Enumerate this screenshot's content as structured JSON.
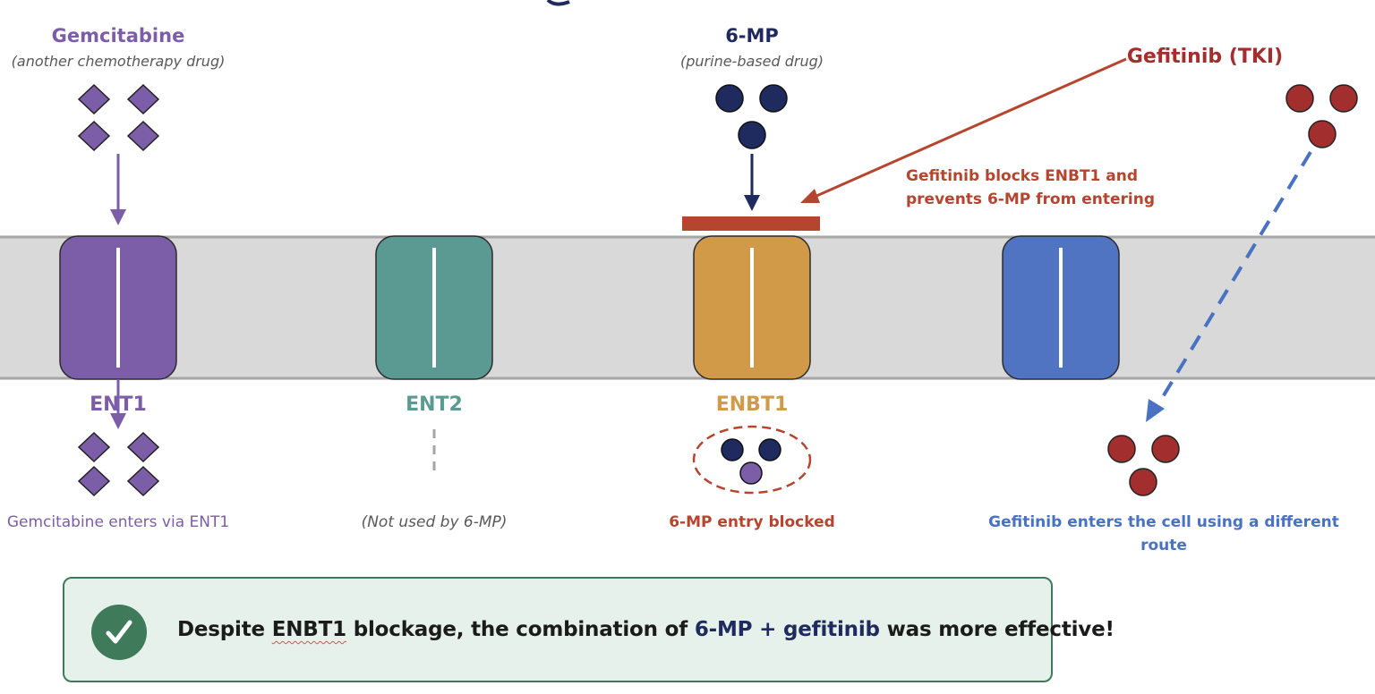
{
  "drugs": {
    "gemcitabine": {
      "name": "Gemcitabine",
      "desc": "(another chemotherapy drug)",
      "color": "#7b5ea7"
    },
    "mp6": {
      "name": "6-MP",
      "desc": "(purine-based drug)",
      "color": "#1f2a5e"
    },
    "gefitinib": {
      "name": "Gefitinib (TKI)",
      "color": "#a32e2e"
    }
  },
  "annotation": {
    "line1": "Gefitinib blocks ENBT1 and",
    "line2": "prevents 6-MP from entering",
    "color": "#b5452f"
  },
  "transporters": {
    "ent1": {
      "name": "ENT1",
      "color": "#7b5ea7"
    },
    "ent2": {
      "name": "ENT2",
      "color": "#5a9a92"
    },
    "enbt1": {
      "name": "ENBT1",
      "color": "#d19a48"
    },
    "unlabeled": {
      "color": "#5174c2"
    }
  },
  "membrane_color": "#d9d9d9",
  "outcomes": {
    "ent1": "Gemcitabine enters via ENT1",
    "ent2": "(Not used by 6-MP)",
    "enbt1": "6-MP entry blocked",
    "gefitinib_line1": "Gefitinib enters the cell using a different",
    "gefitinib_line2": "route"
  },
  "callout": {
    "check_icon": "check-icon",
    "text_before": "Despite ",
    "text_enbt1": "ENBT1",
    "text_middle": " blockage, the combination of ",
    "text_mp6": "6-MP + gefitinib",
    "text_after": " was more effective!"
  }
}
